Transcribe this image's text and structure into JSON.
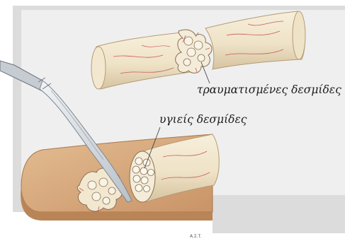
{
  "labels": {
    "damaged_fascicles": "τραυματισμένες δεσμίδες",
    "healthy_fascicles": "υγιείς δεσμίδες",
    "credit": "A.Σ.T."
  },
  "colors": {
    "page_background": "#ffffff",
    "shadow_backdrop": "#dcdcdc",
    "nerve_tissue": "#efe3c7",
    "nerve_shading": "#d6c3a0",
    "vessel_lines": "#c75a5a",
    "fascicle_fill": "#f6f1e3",
    "cutting_surface": "#d9ad82",
    "scalpel_blade": "#d8dde2",
    "scalpel_outline": "#7c8590"
  },
  "icons": [
    "scalpel-icon",
    "nerve-segment",
    "fascicle-bundle"
  ]
}
